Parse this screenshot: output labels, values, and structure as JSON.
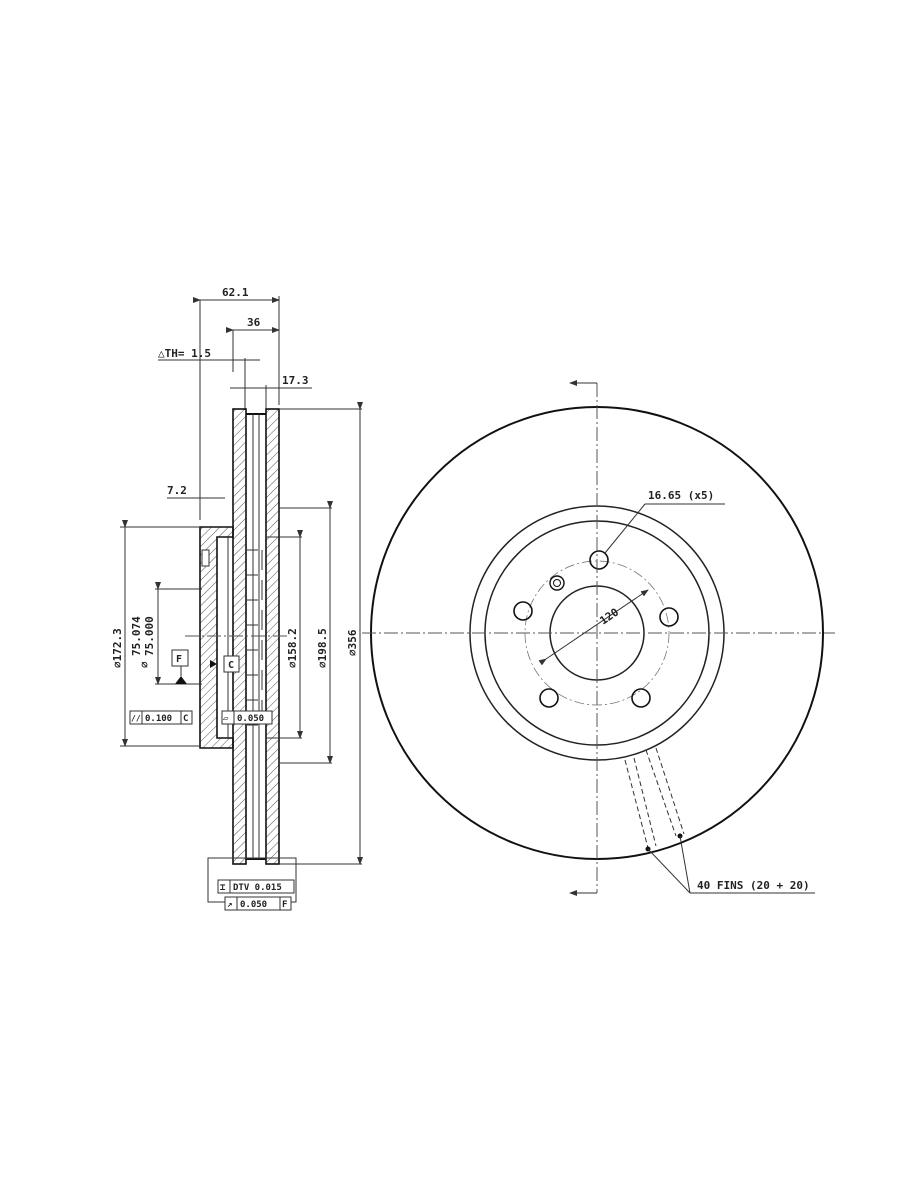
{
  "drawing": {
    "section_view": {
      "dim_overall_width": "62.1",
      "dim_hub_width": "36",
      "dim_thickness_variation": "△TH= 1.5",
      "dim_disc_thickness": "17.3",
      "dim_hat_thickness": "7.2",
      "dim_hub_diameter": "⌀172.3",
      "dim_bore_max": "75.074",
      "dim_bore_min": "75.000",
      "dim_bore_symbol": "⌀",
      "dim_inner_diameter": "⌀158.2",
      "dim_friction_inner": "⌀198.5",
      "dim_outer_diameter": "⌀356",
      "datum_f": "F",
      "datum_c": "C",
      "tol_parallelism": {
        "symbol": "//",
        "value": "0.100",
        "datum": "C"
      },
      "tol_flatness": {
        "symbol": "▱",
        "value": "0.050"
      },
      "tol_dtv": {
        "symbol": "⌶",
        "value": "DTV 0.015"
      },
      "tol_runout": {
        "symbol": "↗",
        "value": "0.050",
        "datum": "F"
      }
    },
    "front_view": {
      "bolt_hole_label": "16.65 (x5)",
      "bolt_circle_label": "120",
      "fins_label": "40 FINS (20 + 20)",
      "bolt_holes": 5
    }
  }
}
